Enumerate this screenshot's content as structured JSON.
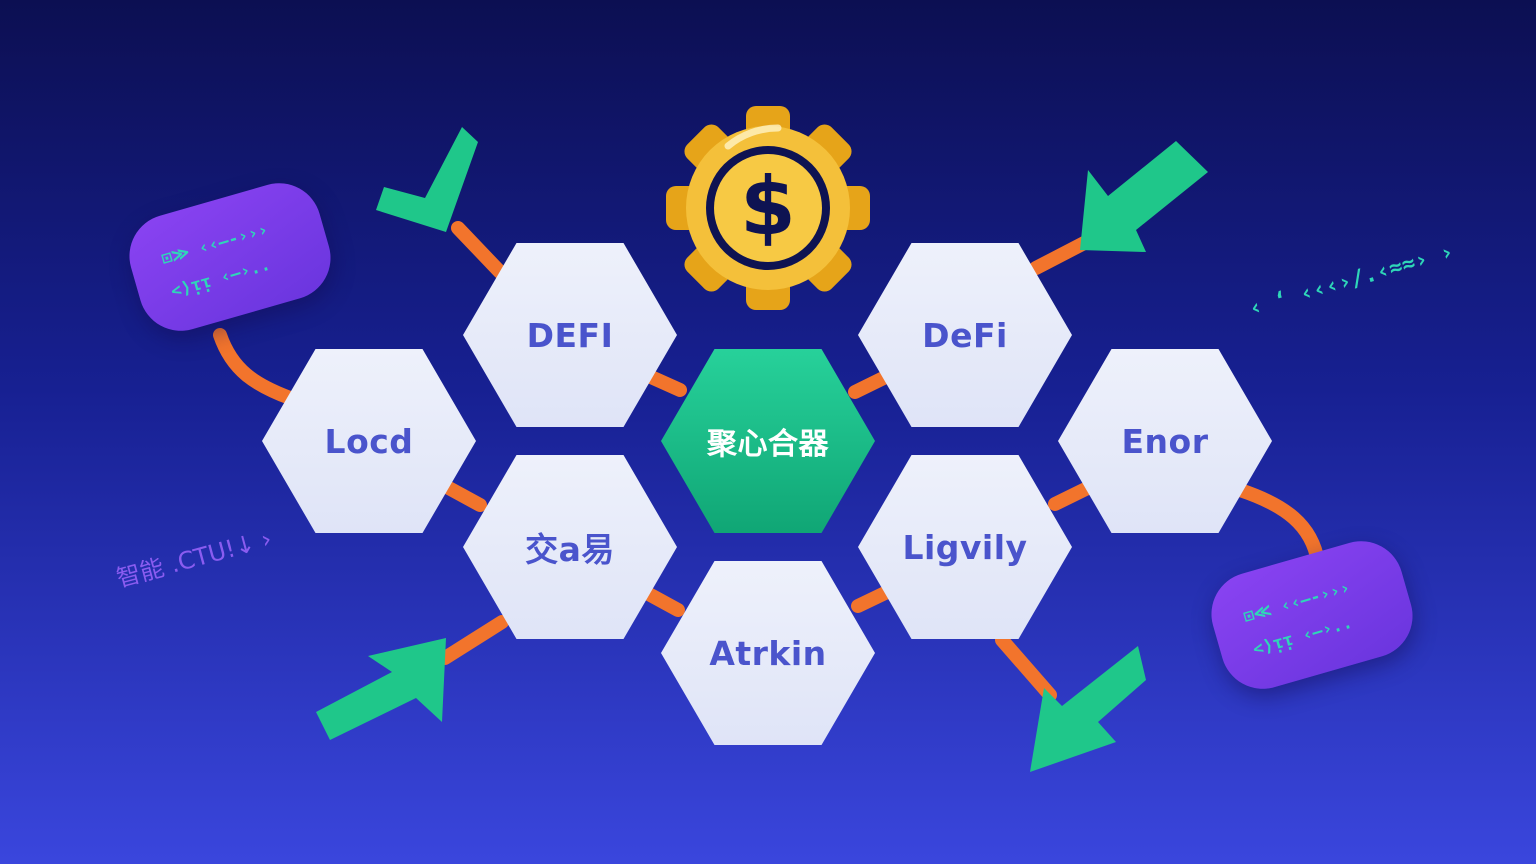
{
  "center_node": {
    "label": "聚心合器"
  },
  "nodes": [
    {
      "id": "defi-upper",
      "label": "DEFI"
    },
    {
      "id": "defi-mixed",
      "label": "DeFi"
    },
    {
      "id": "locd",
      "label": "Locd"
    },
    {
      "id": "enor",
      "label": "Enor"
    },
    {
      "id": "trade",
      "label": "交a易"
    },
    {
      "id": "ligvily",
      "label": "Ligvily"
    },
    {
      "id": "atrkin",
      "label": "Atrkin"
    }
  ],
  "code_pills": [
    {
      "lines": [
        "⊡≫ ‹‹–-›››",
        "<⟩ᴉᴉ ‹–›.."
      ]
    },
    {
      "lines": [
        "⊡≪ ‹‹–-›››",
        "<⟩ᴉᴉ ‹–›.."
      ]
    }
  ],
  "floating_text": {
    "left": "智能 .CTU!↓ ›",
    "right": "‹ ‘ ‹‹‹›/.‹≈≈› ›"
  },
  "coin": {
    "symbol": "$"
  },
  "colors": {
    "hex_fill": "#e6e9f8",
    "hex_text": "#4a54cc",
    "center_fill": "#17b982",
    "connector": "#f2742c",
    "arrow": "#1fc78a",
    "gear": "#f4c03a",
    "pill": "#7b3cea"
  }
}
